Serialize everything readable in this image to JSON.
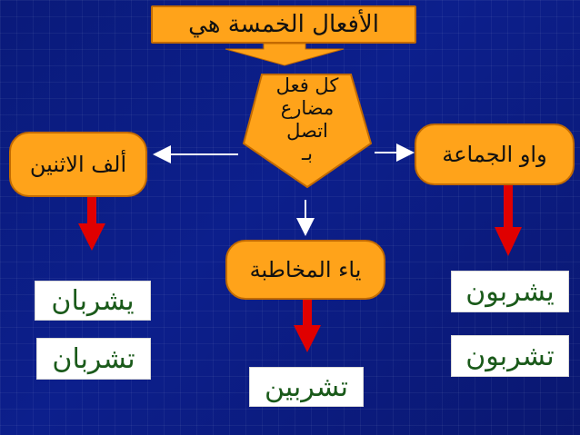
{
  "title": "الأفعال الخمسة هي",
  "center": {
    "lines": [
      "كل فعل",
      "مضارع",
      "اتصل",
      "بـ"
    ]
  },
  "nodes": {
    "left": "ألف الاثنين",
    "right": "واو الجماعة",
    "middle": "ياء المخاطبة"
  },
  "examples": {
    "alef": [
      "يشربان",
      "تشربان"
    ],
    "waw": [
      "يشربون",
      "تشربون"
    ],
    "ya": [
      "تشربين"
    ]
  },
  "colors": {
    "box_fill": "#ffa31a",
    "box_border": "#c26a00",
    "down_arrow": "#e00000",
    "example_text": "#1a5a1a",
    "background": "#0c1f8c"
  }
}
